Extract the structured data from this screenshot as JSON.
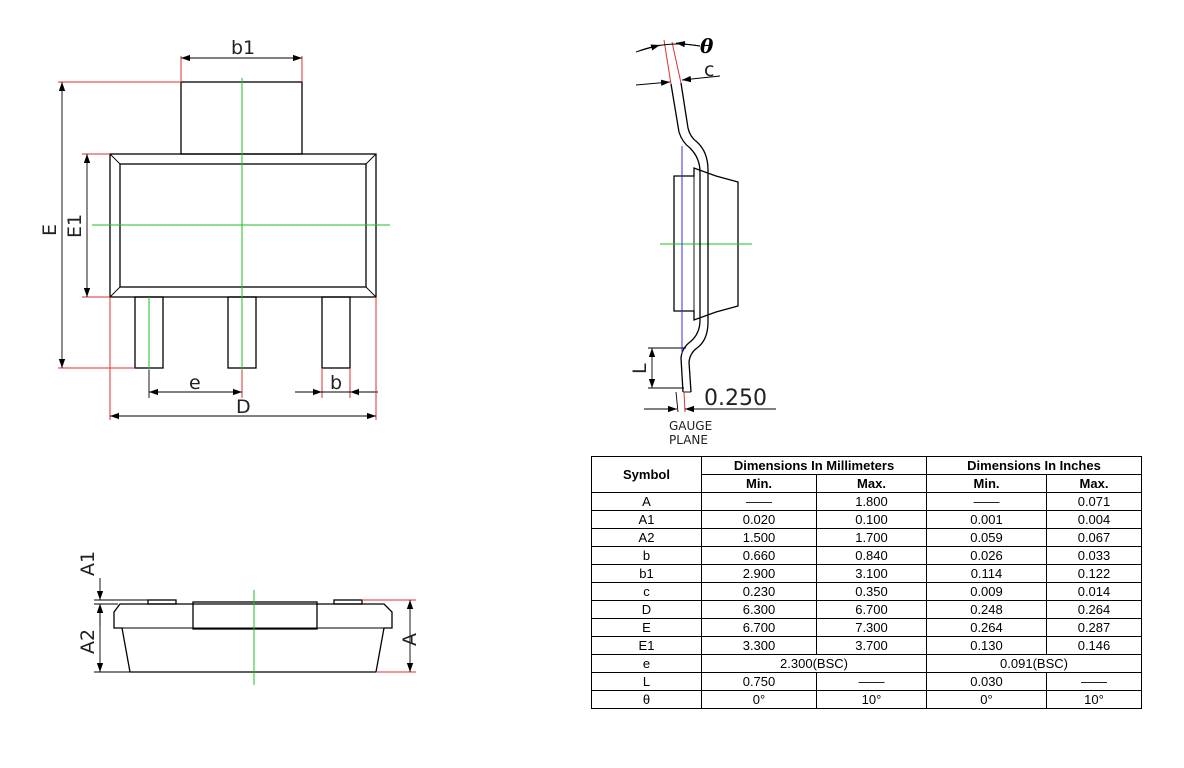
{
  "drawing_labels": {
    "top_view": {
      "b1": "b1",
      "E": "E",
      "E1": "E1",
      "e": "e",
      "b": "b",
      "D": "D"
    },
    "side_view": {
      "theta": "θ",
      "c": "c",
      "L": "L",
      "gauge_value": "0.250",
      "gauge_line1": "GAUGE",
      "gauge_line2": "PLANE"
    },
    "front_view": {
      "A1": "A1",
      "A2": "A2",
      "A": "A"
    }
  },
  "table": {
    "symbol_header": "Symbol",
    "mm_header": "Dimensions In Millimeters",
    "in_header": "Dimensions In Inches",
    "min_label": "Min.",
    "max_label": "Max.",
    "rows": [
      {
        "symbol": "A",
        "mm_min": "——",
        "mm_max": "1.800",
        "in_min": "——",
        "in_max": "0.071"
      },
      {
        "symbol": "A1",
        "mm_min": "0.020",
        "mm_max": "0.100",
        "in_min": "0.001",
        "in_max": "0.004"
      },
      {
        "symbol": "A2",
        "mm_min": "1.500",
        "mm_max": "1.700",
        "in_min": "0.059",
        "in_max": "0.067"
      },
      {
        "symbol": "b",
        "mm_min": "0.660",
        "mm_max": "0.840",
        "in_min": "0.026",
        "in_max": "0.033"
      },
      {
        "symbol": "b1",
        "mm_min": "2.900",
        "mm_max": "3.100",
        "in_min": "0.114",
        "in_max": "0.122"
      },
      {
        "symbol": "c",
        "mm_min": "0.230",
        "mm_max": "0.350",
        "in_min": "0.009",
        "in_max": "0.014"
      },
      {
        "symbol": "D",
        "mm_min": "6.300",
        "mm_max": "6.700",
        "in_min": "0.248",
        "in_max": "0.264"
      },
      {
        "symbol": "E",
        "mm_min": "6.700",
        "mm_max": "7.300",
        "in_min": "0.264",
        "in_max": "0.287"
      },
      {
        "symbol": "E1",
        "mm_min": "3.300",
        "mm_max": "3.700",
        "in_min": "0.130",
        "in_max": "0.146"
      }
    ],
    "row_e": {
      "symbol": "e",
      "mm": "2.300(BSC)",
      "in": "0.091(BSC)"
    },
    "row_L": {
      "symbol": "L",
      "mm_min": "0.750",
      "mm_max": "——",
      "in_min": "0.030",
      "in_max": "——"
    },
    "row_theta": {
      "symbol": "θ",
      "mm_min": "0°",
      "mm_max": "10°",
      "in_min": "0°",
      "in_max": "10°"
    }
  }
}
